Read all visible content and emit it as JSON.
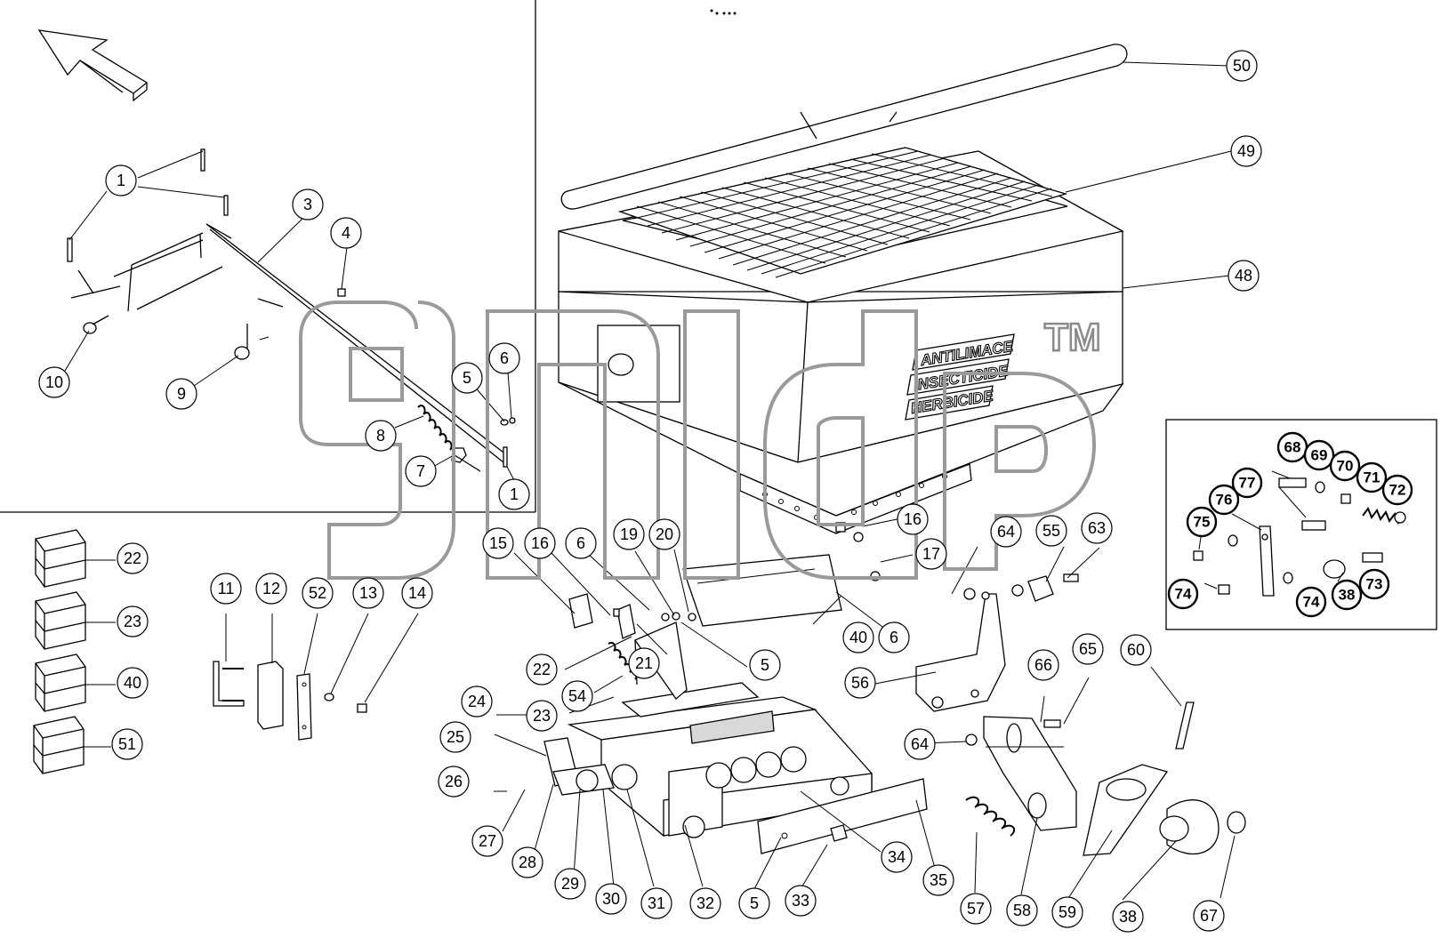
{
  "watermark": {
    "trademark": "TM"
  },
  "decals": [
    "ANTILIMACE",
    "INSECTICIDE",
    "HERBICIDE"
  ],
  "callouts": {
    "c1a": "1",
    "c1b": "1",
    "c3": "3",
    "c4": "4",
    "c5a": "5",
    "c6a": "6",
    "c7": "7",
    "c8": "8",
    "c9": "9",
    "c10": "10",
    "c22a": "22",
    "c23a": "23",
    "c40a": "40",
    "c51": "51",
    "c11": "11",
    "c12": "12",
    "c52": "52",
    "c13": "13",
    "c14": "14",
    "c15": "15",
    "c16a": "16",
    "c6b": "6",
    "c19": "19",
    "c20": "20",
    "c16b": "16",
    "c17": "17",
    "c6c": "6",
    "c40b": "40",
    "c21": "21",
    "c22b": "22",
    "c54": "54",
    "c5b": "5",
    "c23b": "23",
    "c24": "24",
    "c25": "25",
    "c26": "26",
    "c27": "27",
    "c28": "28",
    "c29": "29",
    "c30": "30",
    "c31": "31",
    "c32": "32",
    "c5c": "5",
    "c33": "33",
    "c34": "34",
    "c35": "35",
    "c50": "50",
    "c49": "49",
    "c48": "48",
    "c64a": "64",
    "c55": "55",
    "c63": "63",
    "c56": "56",
    "c66": "66",
    "c65": "65",
    "c64b": "64",
    "c60": "60",
    "c57": "57",
    "c58": "58",
    "c59": "59",
    "c38a": "38",
    "c67": "67"
  },
  "inset_callouts": {
    "b68": "68",
    "b69": "69",
    "b70": "70",
    "b71": "71",
    "b72": "72",
    "b77": "77",
    "b76": "76",
    "b75": "75",
    "b74a": "74",
    "b74b": "74",
    "b38": "38",
    "b73": "73"
  }
}
